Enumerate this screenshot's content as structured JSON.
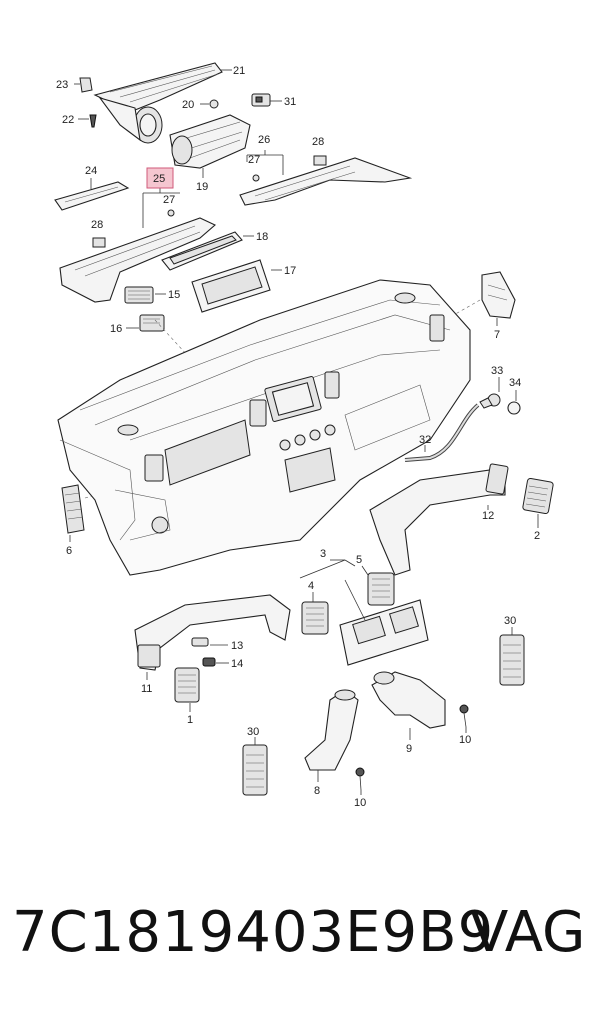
{
  "labels": {
    "l1": "1",
    "l2": "2",
    "l3": "3",
    "l4": "4",
    "l5": "5",
    "l6": "6",
    "l7": "7",
    "l8": "8",
    "l9": "9",
    "l10a": "10",
    "l10b": "10",
    "l11": "11",
    "l12": "12",
    "l13": "13",
    "l14": "14",
    "l15": "15",
    "l16": "16",
    "l17": "17",
    "l18": "18",
    "l19": "19",
    "l20": "20",
    "l21": "21",
    "l22": "22",
    "l23": "23",
    "l24": "24",
    "l25": "25",
    "l26": "26",
    "l27a": "27",
    "l27b": "27",
    "l28a": "28",
    "l28b": "28",
    "l30a": "30",
    "l30b": "30",
    "l31": "31",
    "l32": "32",
    "l33": "33",
    "l34": "34"
  },
  "highlight": {
    "part": "25",
    "color": "#f5c6d0",
    "border": "#d05a7a"
  },
  "footer": {
    "part_number": "7C1819403E9B9",
    "brand": "VAG"
  }
}
